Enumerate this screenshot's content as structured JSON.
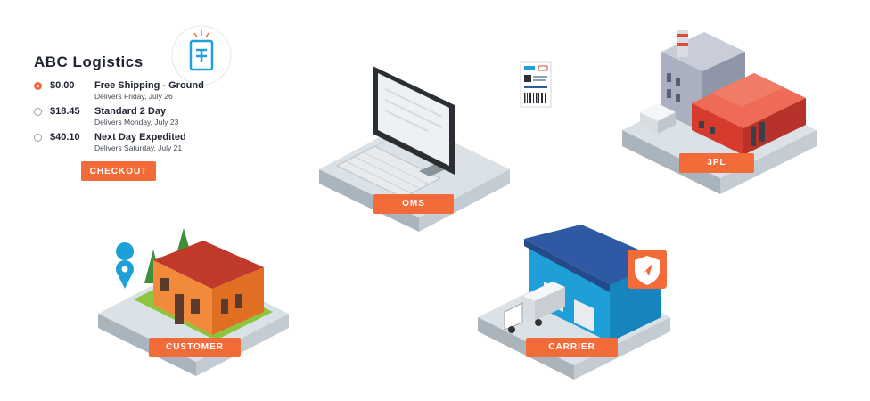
{
  "checkout_panel": {
    "title": "ABC Logistics",
    "options": [
      {
        "price": "$0.00",
        "name": "Free Shipping - Ground",
        "delivery": "Delivers Friday, July 26",
        "selected": true
      },
      {
        "price": "$18.45",
        "name": "Standard 2 Day",
        "delivery": "Delivers Monday, July 23",
        "selected": false
      },
      {
        "price": "$40.10",
        "name": "Next Day Expedited",
        "delivery": "Delivers Saturday, July 21",
        "selected": false
      }
    ],
    "checkout_label": "CHECKOUT"
  },
  "nodes": {
    "oms": "OMS",
    "threepl": "3PL",
    "customer": "CUSTOMER",
    "carrier": "CARRIER"
  },
  "icons": [
    "receipt-icon",
    "shipping-label-icon",
    "map-pin-icon",
    "navigation-shield-icon"
  ],
  "colors": {
    "accent": "#f26b38",
    "platform": "#d6dde2",
    "lawn": "#8cc63f",
    "warehouse": "#1e9fd8",
    "factory_red": "#e0483a"
  }
}
